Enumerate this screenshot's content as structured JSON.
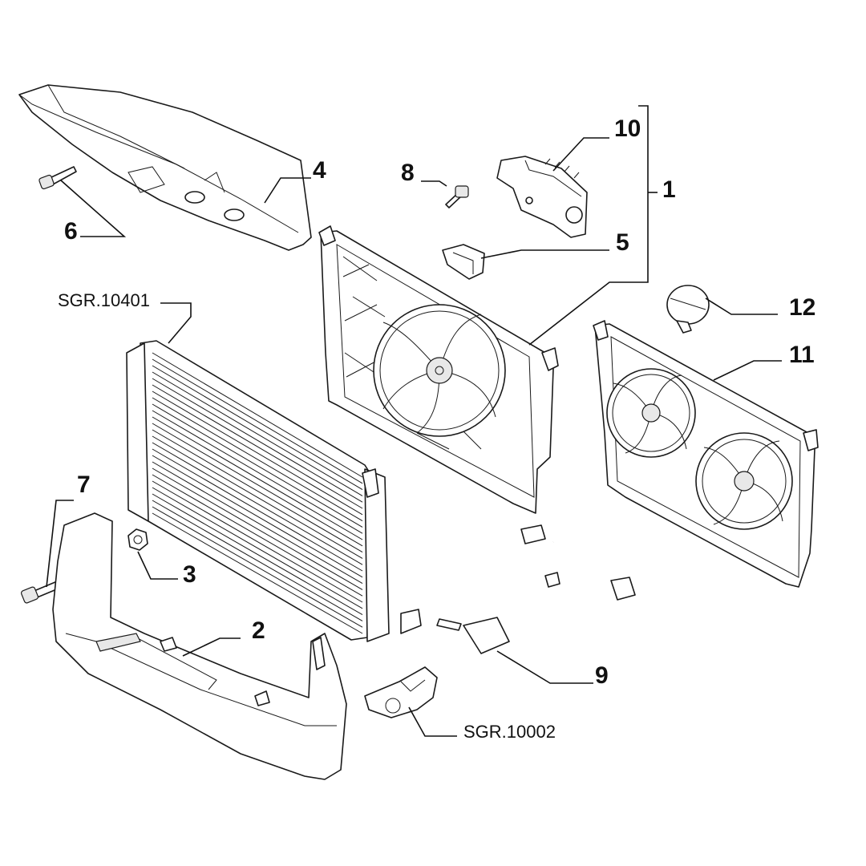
{
  "callouts": {
    "c1": "1",
    "c2": "2",
    "c3": "3",
    "c4": "4",
    "c5": "5",
    "c6": "6",
    "c7": "7",
    "c8": "8",
    "c9": "9",
    "c10": "10",
    "c11": "11",
    "c12": "12"
  },
  "references": {
    "radiator": "SGR.10401",
    "bracket": "SGR.10002"
  }
}
